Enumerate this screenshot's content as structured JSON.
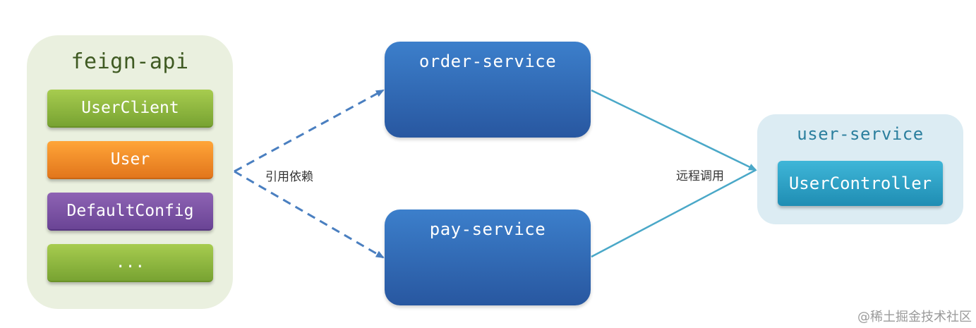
{
  "feign_api": {
    "title": "feign-api",
    "items": [
      "UserClient",
      "User",
      "DefaultConfig",
      "..."
    ]
  },
  "order_service": {
    "label": "order-service"
  },
  "pay_service": {
    "label": "pay-service"
  },
  "user_service": {
    "title": "user-service",
    "controller": "UserController"
  },
  "edges": {
    "reference_label": "引用依赖",
    "remote_call_label": "远程调用"
  },
  "watermark": "@稀土掘金技术社区",
  "colors": {
    "dashed_arrow": "#4a7fc0",
    "solid_arrow": "#4aa8c8"
  }
}
